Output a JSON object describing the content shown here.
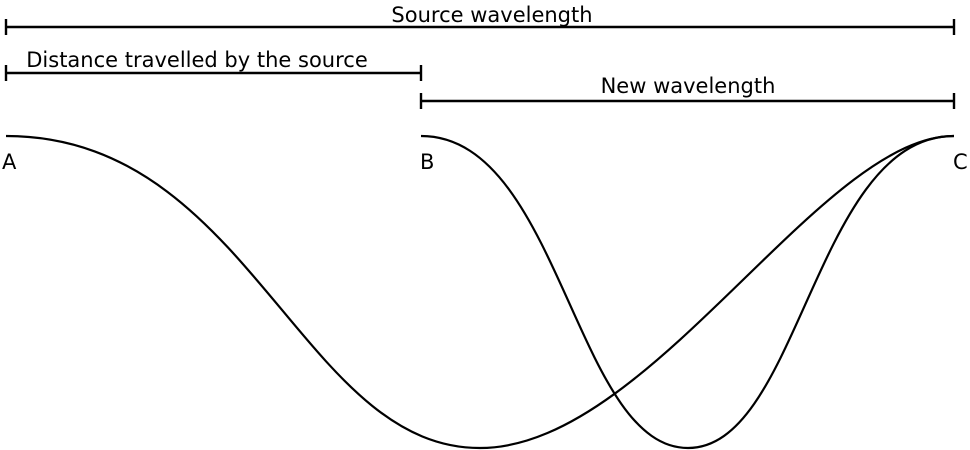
{
  "labels": {
    "source_wavelength": "Source wavelength",
    "distance_travelled": "Distance travelled by the source",
    "new_wavelength": "New wavelength"
  },
  "points": {
    "a": "A",
    "b": "B",
    "c": "C"
  },
  "colors": {
    "line": "#000000",
    "background": "#ffffff"
  }
}
